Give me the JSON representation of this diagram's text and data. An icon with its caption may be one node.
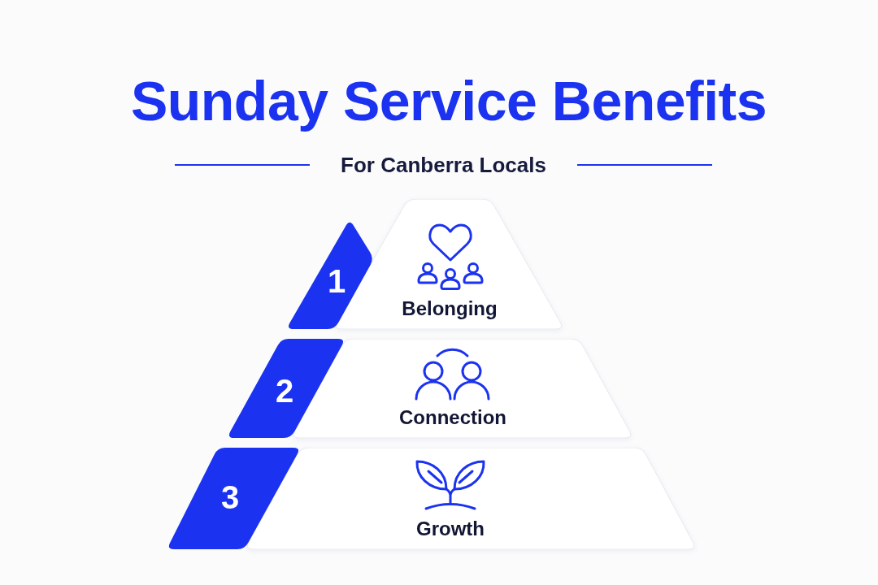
{
  "diagram": {
    "title": "Sunday Service Benefits",
    "nodes": [
      {
        "text": [
          "1"
        ]
      },
      {
        "text": [
          "Belonging"
        ]
      },
      {
        "text": [
          "2"
        ]
      },
      {
        "text": [
          "Connection"
        ]
      },
      {
        "text": [
          "3"
        ]
      },
      {
        "text": [
          "Growth"
        ]
      }
    ],
    "labels": [
      "For Canberra Locals"
    ]
  }
}
